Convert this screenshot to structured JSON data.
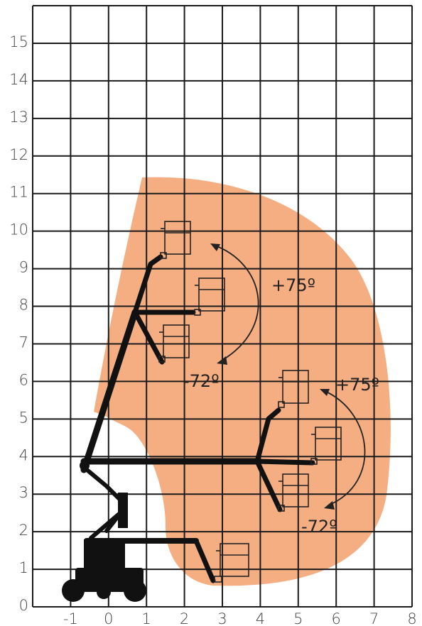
{
  "chart_data": {
    "type": "diagram",
    "x_ticks": [
      "-1",
      "0",
      "1",
      "2",
      "3",
      "4",
      "5",
      "6",
      "7",
      "8"
    ],
    "y_ticks": [
      "0",
      "1",
      "2",
      "3",
      "4",
      "5",
      "6",
      "7",
      "8",
      "9",
      "10",
      "11",
      "12",
      "13",
      "14",
      "15"
    ],
    "xlim": [
      -2,
      8
    ],
    "ylim": [
      0,
      16
    ],
    "grid": true,
    "annotations": [
      {
        "id": "upper-plus",
        "text": "+75º"
      },
      {
        "id": "upper-minus",
        "text": "-72º"
      },
      {
        "id": "lower-plus",
        "text": "+75º"
      },
      {
        "id": "lower-minus",
        "text": "-72º"
      }
    ]
  },
  "colors": {
    "working_envelope": "#f5ae82",
    "grid": "#1a1a1a",
    "machine": "#111111"
  }
}
